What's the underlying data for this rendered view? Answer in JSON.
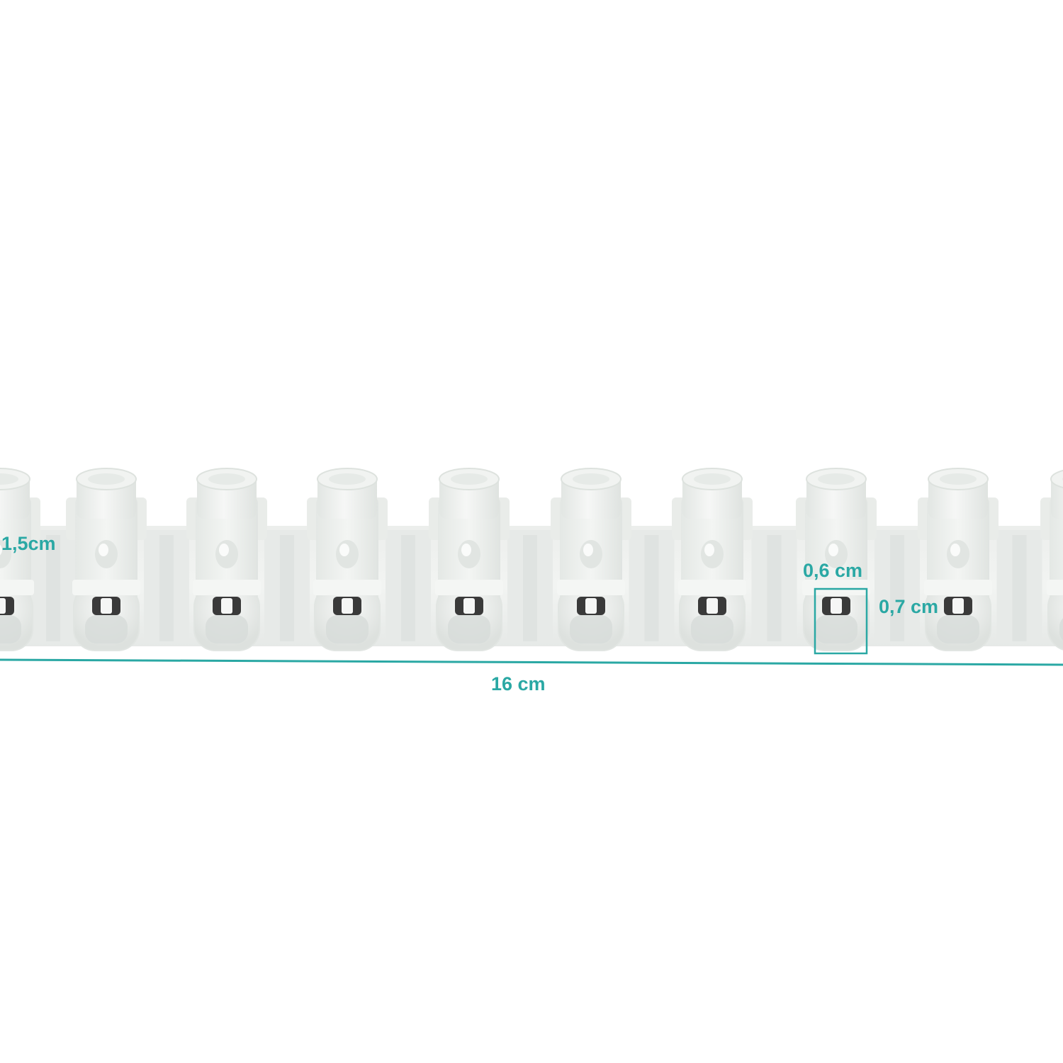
{
  "product": {
    "name": "terminal-block-strip",
    "terminal_count_visible": 9,
    "body_color": "#eef0ee",
    "shadow_color": "#dadfdc",
    "screw_color": "#3a3a3a"
  },
  "dimensions": {
    "height_label": "1,5cm",
    "slot_width_label": "0,6 cm",
    "slot_height_label": "0,7 cm",
    "length_label": "16 cm"
  },
  "colors": {
    "accent": "#2aa8a4",
    "background": "#ffffff"
  }
}
